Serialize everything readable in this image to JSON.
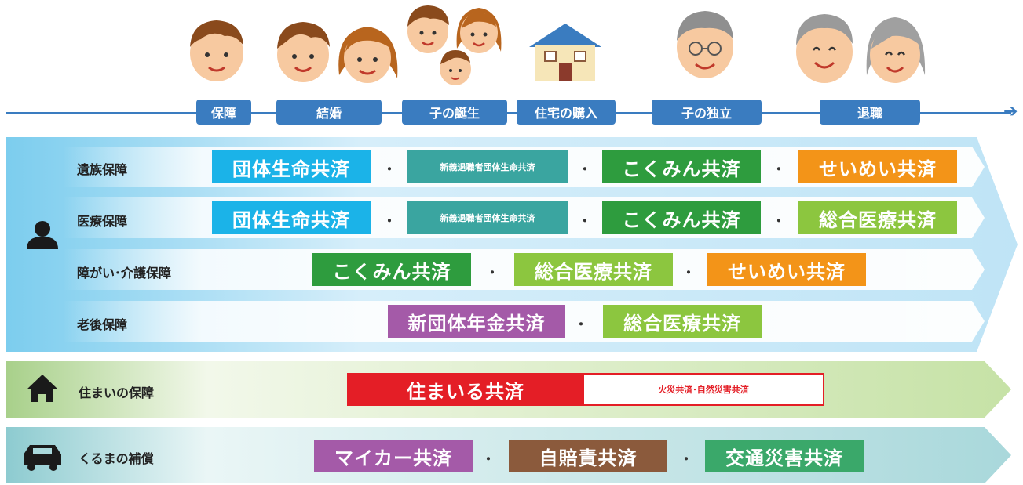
{
  "timeline": {
    "stages": [
      "保障",
      "結婚",
      "子の誕生",
      "住宅の購入",
      "子の独立",
      "退職"
    ]
  },
  "person_section": {
    "icon": "person-icon",
    "rows": [
      {
        "label": "遺族保障",
        "items": [
          {
            "text": "団体生命共済",
            "color": "#1bb3e8"
          },
          {
            "text": "新義退職者団体生命共済",
            "color": "#3aa5a0"
          },
          {
            "text": "こくみん共済",
            "color": "#2e9c3e"
          },
          {
            "text": "せいめい共済",
            "color": "#f39418"
          }
        ]
      },
      {
        "label": "医療保障",
        "items": [
          {
            "text": "団体生命共済",
            "color": "#1bb3e8"
          },
          {
            "text": "新義退職者団体生命共済",
            "color": "#3aa5a0"
          },
          {
            "text": "こくみん共済",
            "color": "#2e9c3e"
          },
          {
            "text": "総合医療共済",
            "color": "#8cc63f"
          }
        ]
      },
      {
        "label": "障がい･介護保障",
        "items": [
          {
            "text": "こくみん共済",
            "color": "#2e9c3e"
          },
          {
            "text": "総合医療共済",
            "color": "#8cc63f"
          },
          {
            "text": "せいめい共済",
            "color": "#f39418"
          }
        ]
      },
      {
        "label": "老後保障",
        "items": [
          {
            "text": "新団体年金共済",
            "color": "#a45aa8"
          },
          {
            "text": "総合医療共済",
            "color": "#8cc63f"
          }
        ]
      }
    ]
  },
  "home_section": {
    "icon": "house-icon",
    "label": "住まいの保障",
    "main": "住まいる共済",
    "sub": "火災共済･自然災害共済"
  },
  "car_section": {
    "icon": "car-icon",
    "label": "くるまの補償",
    "items": [
      {
        "text": "マイカー共済",
        "color": "#a45aa8"
      },
      {
        "text": "自賠責共済",
        "color": "#8b5a3c"
      },
      {
        "text": "交通災害共済",
        "color": "#3aa86a"
      }
    ]
  },
  "separator": "･"
}
